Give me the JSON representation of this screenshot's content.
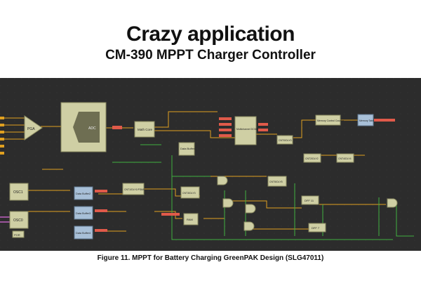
{
  "header": {
    "title": "Crazy application",
    "subtitle": "CM-390 MPPT Charger Controller"
  },
  "diagram": {
    "blocks": [
      {
        "id": "pga",
        "label": "PGA"
      },
      {
        "id": "adc",
        "label": "ADC"
      },
      {
        "id": "math_core",
        "label": "Math Core"
      },
      {
        "id": "data_buffer_main",
        "label": "Data Buffer1"
      },
      {
        "id": "multichannel_dcmp",
        "label": "Multichannel DCMP"
      },
      {
        "id": "cnt_main",
        "label": "CNT0/DLY0"
      },
      {
        "id": "memory_counter",
        "label": "Memory Control Counter"
      },
      {
        "id": "memory_table",
        "label": "Memory Table"
      },
      {
        "id": "cnt_scan",
        "label": "CNT2/DLY2"
      },
      {
        "id": "cnt_scan2",
        "label": "CNT4/DLY4"
      },
      {
        "id": "osc1",
        "label": "OSC1"
      },
      {
        "id": "osc0",
        "label": "OSC0"
      },
      {
        "id": "por",
        "label": "POR"
      },
      {
        "id": "data_buf_a",
        "label": "Data Buffer2"
      },
      {
        "id": "data_buf_b",
        "label": "Data Buffer3"
      },
      {
        "id": "data_buf_c",
        "label": "Data Buffer4"
      },
      {
        "id": "cnt_fsm",
        "label": "CNT1/DLY1/FSM0"
      },
      {
        "id": "cnt_operating",
        "label": "CNT3/DLY3"
      },
      {
        "id": "ram",
        "label": "RAM"
      },
      {
        "id": "cnt_mppt",
        "label": "CNT5/DLY5"
      },
      {
        "id": "dff1",
        "label": "DFF 11"
      },
      {
        "id": "dff2",
        "label": "DFF 7"
      }
    ]
  },
  "caption": "Figure 11. MPPT for Battery Charging GreenPAK Design (SLG47011)"
}
